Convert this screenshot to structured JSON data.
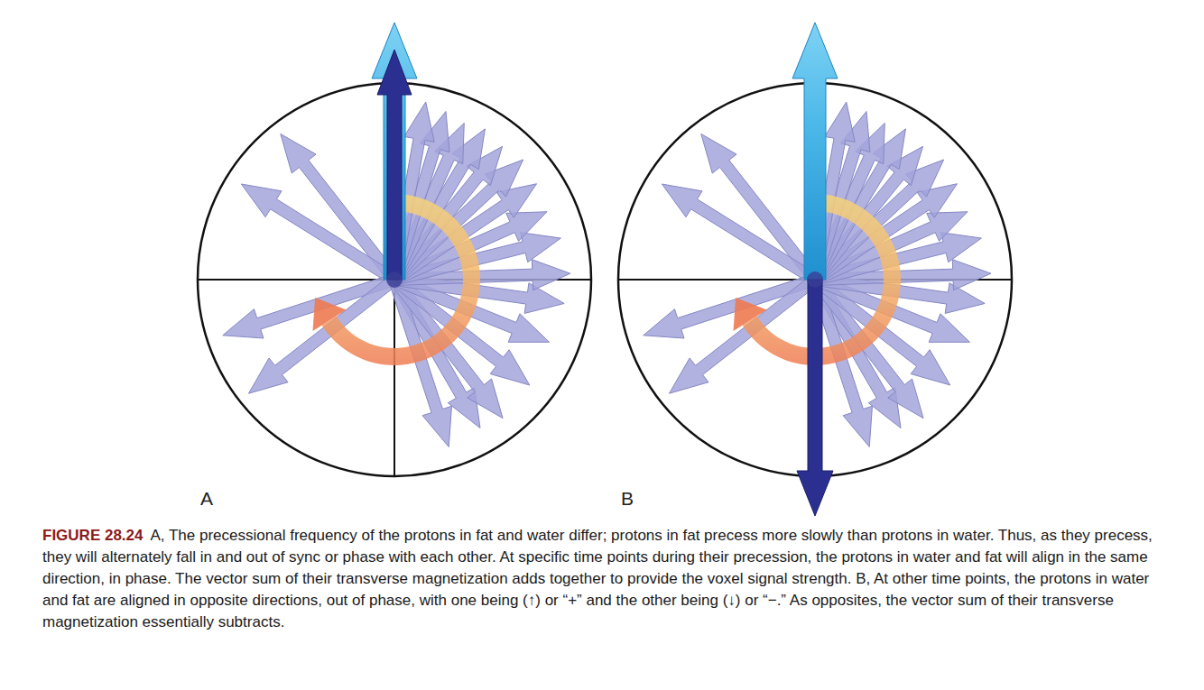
{
  "diagram": {
    "caption": "A, The precessional frequency of the protons in fat and water differ; protons in fat precess more slowly than protons in water. Thus, as they precess, they will alternately fall in and out of sync or phase with each other. At specific time points during their precession, the protons in water and fat will align in the same direction, in phase. The vector sum of their transverse magnetization adds together to provide the voxel signal strength. B, At other time points, the protons in water and fat are aligned in opposite directions, out of phase, with one being (↑) or “+” and the other being (↓) or “−.” As opposites, the vector sum of their transverse magnetization essentially subtracts.",
    "labels": [
      "A",
      "B",
      "FIGURE 28.24"
    ]
  }
}
